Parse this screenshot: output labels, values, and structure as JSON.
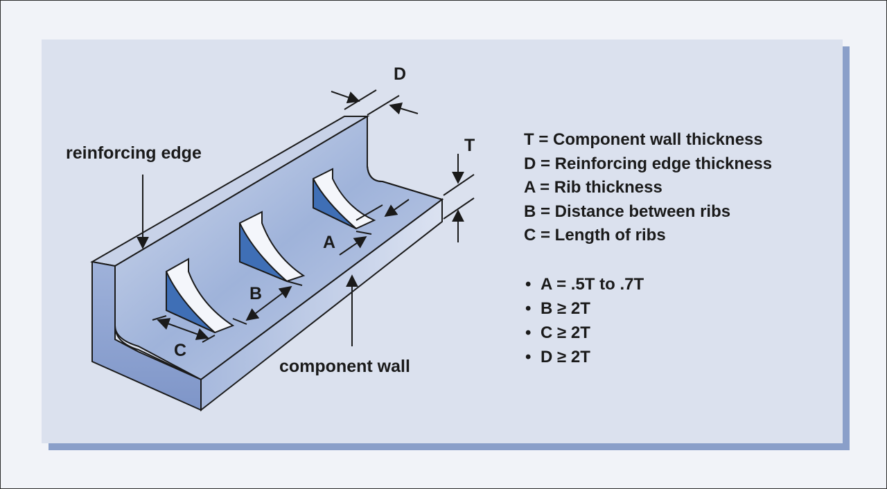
{
  "callouts": {
    "reinforcing_edge": "reinforcing edge",
    "component_wall": "component wall"
  },
  "dimension_letters": {
    "D": "D",
    "T": "T",
    "A": "A",
    "B": "B",
    "C": "C"
  },
  "legend": [
    "T = Component wall thickness",
    "D = Reinforcing edge thickness",
    "A = Rib thickness",
    "B = Distance between ribs",
    "C = Length of ribs"
  ],
  "rules": [
    "A = .5T to .7T",
    "B ≥ 2T",
    "C ≥ 2T",
    "D ≥ 2T"
  ],
  "colors": {
    "panel": "#dbe1ee",
    "panel_shadow": "#8a9fc9",
    "part_light": "#c5d0e6",
    "part_mid": "#9aaed6",
    "rib_face": "#f4f6fb",
    "rib_side": "#3f6fb6",
    "outline": "#1a1a1a"
  }
}
